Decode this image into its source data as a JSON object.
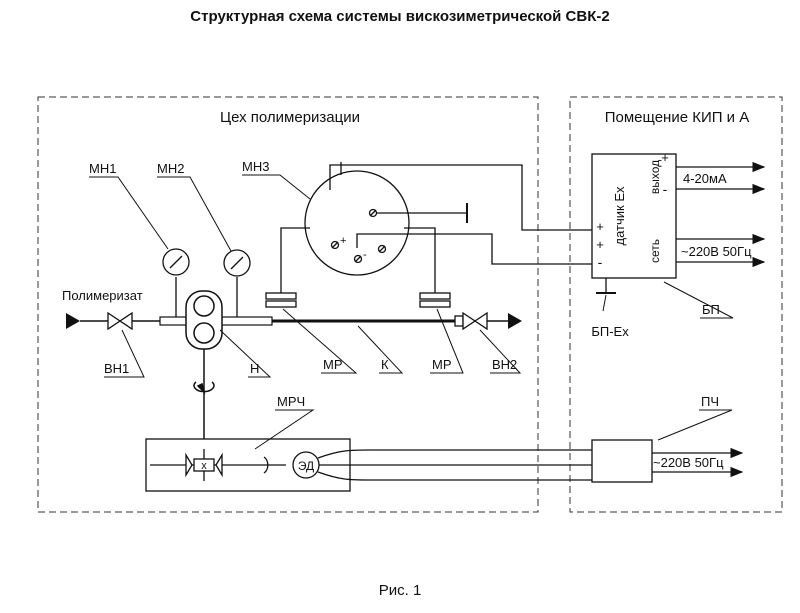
{
  "title": "Структурная схема системы вискозиметрической СВК-2",
  "caption": "Рис. 1",
  "zones": {
    "workshop": "Цех полимеризации",
    "control_room": "Помещение  КИП и А"
  },
  "labels": {
    "mn1": "МН1",
    "mn2": "МН2",
    "mn3": "МН3",
    "polymerizate": "Полимеризат",
    "vn1": "ВН1",
    "vn2": "ВН2",
    "n": "Н",
    "mr_left": "МР",
    "mr_right": "МР",
    "k": "К",
    "mrch": "МРЧ",
    "ed": "ЭД",
    "bp_ex": "БП-Ех",
    "bp": "БП",
    "pch": "ПЧ",
    "sensor_ex": "датчик Ех",
    "output": "выход",
    "network": "сеть",
    "signal": "4-20мА",
    "power_bp": "~220В 50Гц",
    "power_pch": "~220В 50Гц",
    "plus": "+",
    "minus": "-",
    "x": "x"
  }
}
